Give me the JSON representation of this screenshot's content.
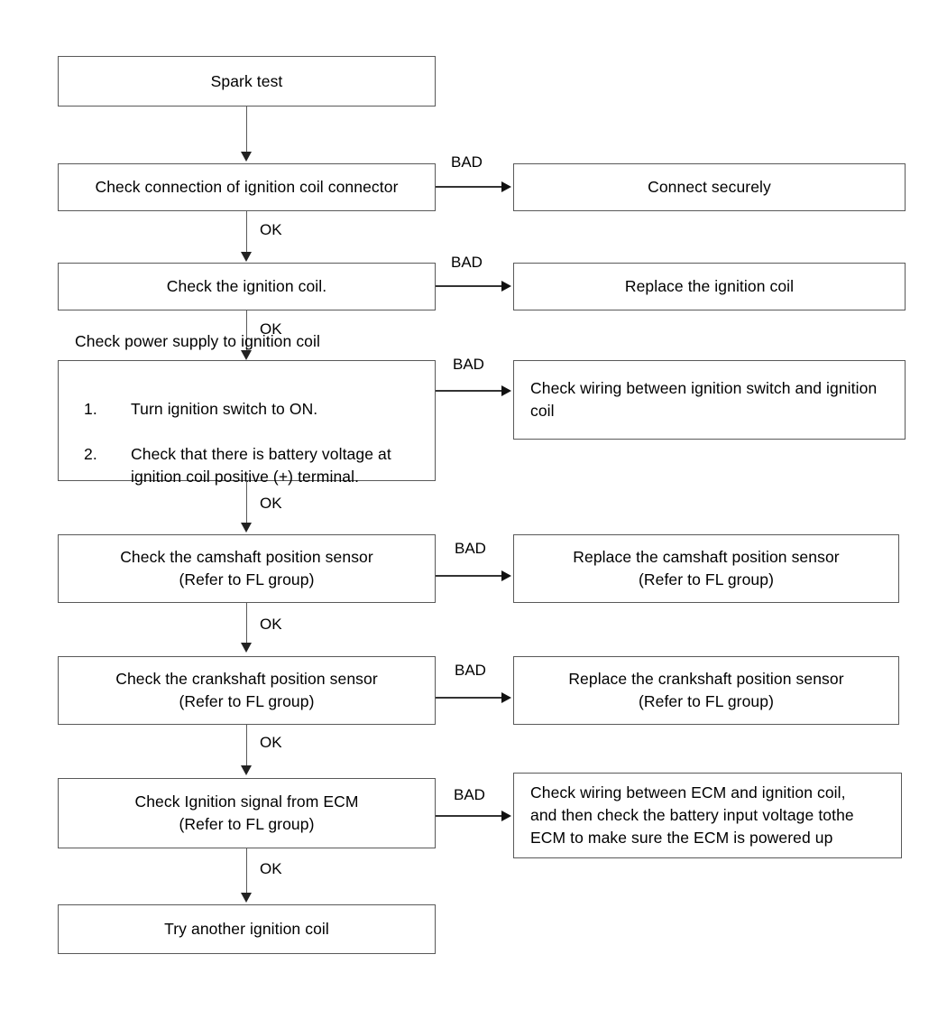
{
  "diagram": {
    "title": "Ignition System Spark Test Troubleshooting Flowchart",
    "nodes": {
      "n1": {
        "text": "Spark test"
      },
      "n2": {
        "text": "Check connection of ignition coil connector"
      },
      "n2b": {
        "text": "Connect securely"
      },
      "n3": {
        "text": "Check the ignition coil."
      },
      "n3b": {
        "text": "Replace the ignition coil"
      },
      "n4": {
        "heading": "Check power supply to ignition coil",
        "items": [
          {
            "num": "1.",
            "text": "Turn ignition switch to ON."
          },
          {
            "num": "2.",
            "text": "Check that there is battery voltage at ignition coil positive (+) terminal."
          }
        ]
      },
      "n4b": {
        "text": "Check wiring between ignition switch and ignition coil"
      },
      "n5": {
        "text": "Check the camshaft position sensor\n(Refer to FL group)"
      },
      "n5b": {
        "text": "Replace the camshaft position sensor\n(Refer to FL group)"
      },
      "n6": {
        "text": "Check the crankshaft position sensor\n(Refer to FL group)"
      },
      "n6b": {
        "text": "Replace the crankshaft position sensor\n(Refer to FL group)"
      },
      "n7": {
        "text": "Check Ignition signal from ECM\n(Refer to FL group)"
      },
      "n7b": {
        "text": "Check wiring between ECM and ignition coil,\nand then check the battery input voltage tothe\nECM to make sure the ECM is powered up"
      },
      "n8": {
        "text": "Try another ignition coil"
      }
    },
    "edge_labels": {
      "bad1": "BAD",
      "bad2": "BAD",
      "bad3": "BAD",
      "bad4": "BAD",
      "bad5": "BAD",
      "bad6": "BAD",
      "ok1": "OK",
      "ok2": "OK",
      "ok3": "OK",
      "ok4": "OK",
      "ok5": "OK",
      "ok6": "OK"
    },
    "colors": {
      "box_border": "#595959",
      "line": "#333333",
      "background": "#ffffff",
      "text": "#000000"
    }
  }
}
